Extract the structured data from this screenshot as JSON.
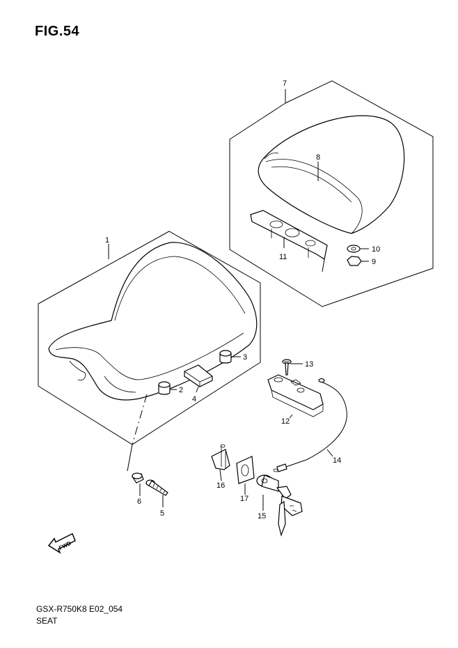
{
  "figure": {
    "title": "FIG.54"
  },
  "footer": {
    "model_code": "GSX-R750K8 E02_054",
    "section_name": "SEAT"
  },
  "icons": {
    "forward_arrow_text": "FWD"
  },
  "callouts": {
    "c1": "1",
    "c2": "2",
    "c3": "3",
    "c4": "4",
    "c5": "5",
    "c6": "6",
    "c7": "7",
    "c8": "8",
    "c9": "9",
    "c10": "10",
    "c11": "11",
    "c12": "12",
    "c13": "13",
    "c14": "14",
    "c15": "15",
    "c16": "16",
    "c17": "17"
  }
}
